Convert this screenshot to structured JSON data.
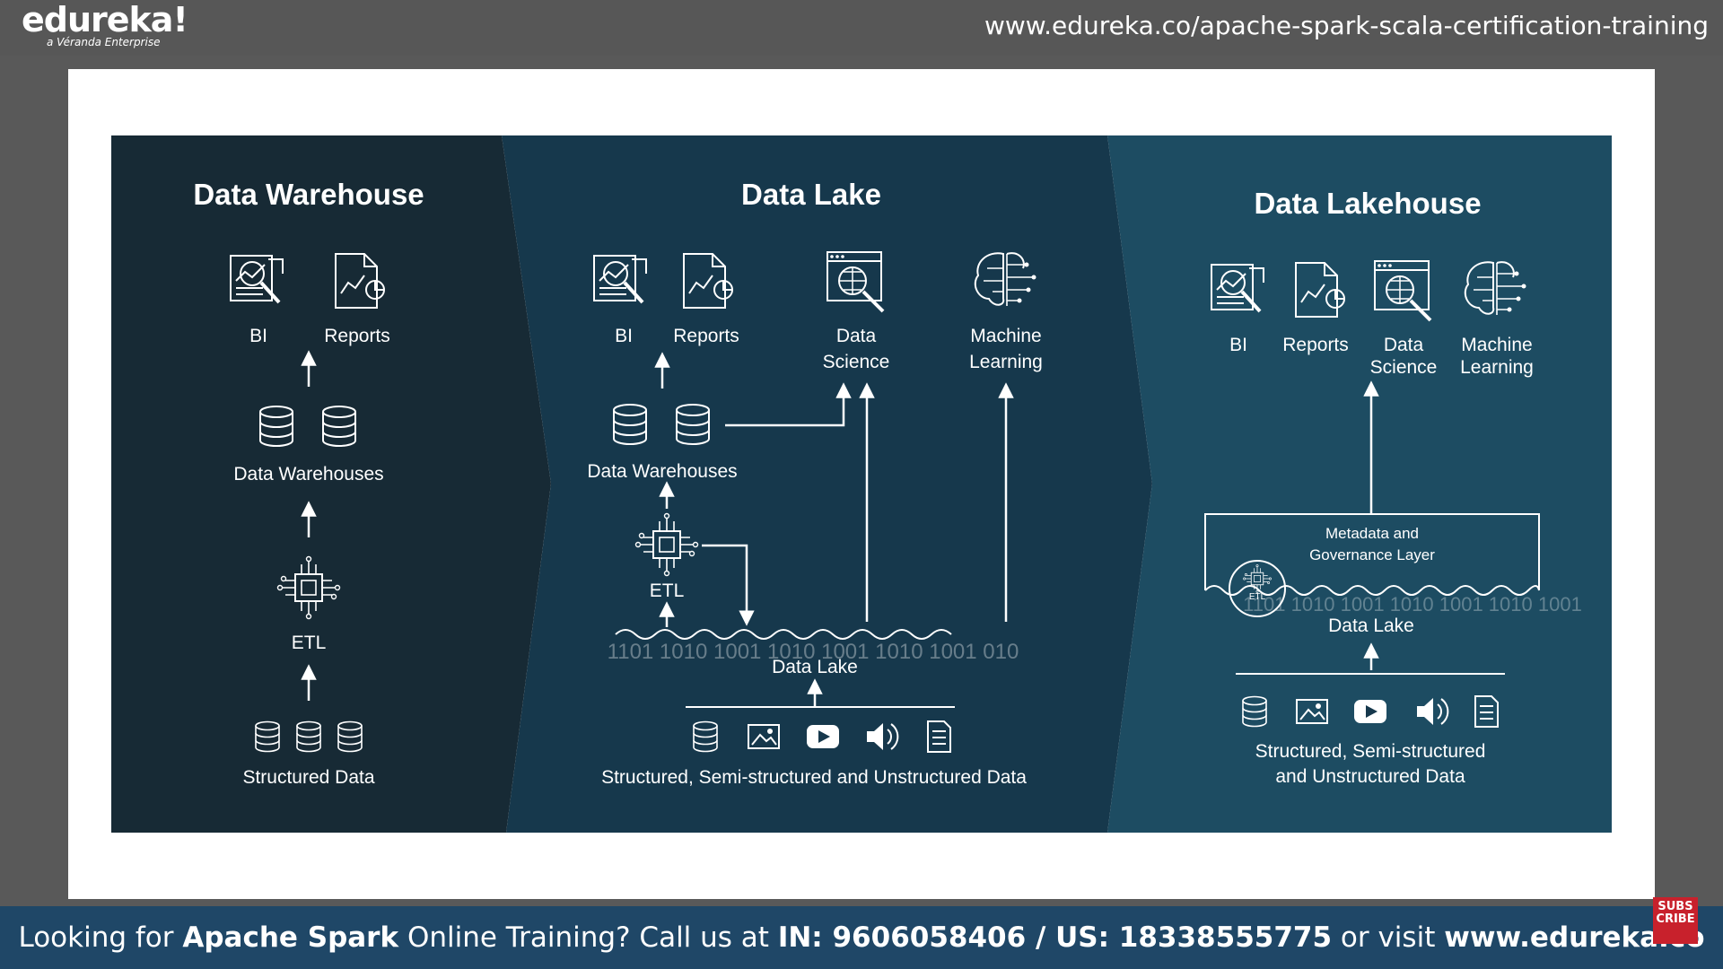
{
  "header": {
    "logo": "edureka!",
    "logo_sub": "a Véranda Enterprise",
    "url": "www.edureka.co/apache-spark-scala-certification-training"
  },
  "footer": {
    "t1": "Looking for ",
    "b1": "Apache Spark",
    "t2": " Online Training? Call us at ",
    "b2": "IN: 9606058406 / US: 18338555775",
    "t3": " or visit ",
    "b3": "www.edureka.co",
    "subscribe": "SUBS CRIBE"
  },
  "colors": {
    "panel_warehouse": "#172a35",
    "panel_lake": "#16384c",
    "panel_lakehouse": "#1d4c62",
    "footer": "#1f4767"
  },
  "diagram": {
    "warehouse": {
      "title": "Data Warehouse",
      "bi": "BI",
      "reports": "Reports",
      "warehouses": "Data Warehouses",
      "etl": "ETL",
      "source": "Structured Data"
    },
    "lake": {
      "title": "Data Lake",
      "bi": "BI",
      "reports": "Reports",
      "ds1": "Data",
      "ds2": "Science",
      "ml1": "Machine",
      "ml2": "Learning",
      "warehouses": "Data Warehouses",
      "etl": "ETL",
      "lake": "Data Lake",
      "binary": "1101 1010 1001 1010 1001 1010 1001 010",
      "source": "Structured, Semi-structured and Unstructured Data"
    },
    "lakehouse": {
      "title": "Data Lakehouse",
      "bi": "BI",
      "reports": "Reports",
      "ds1": "Data",
      "ds2": "Science",
      "ml1": "Machine",
      "ml2": "Learning",
      "meta1": "Metadata and",
      "meta2": "Governance Layer",
      "etl": "ETL",
      "binary": "1101 1010 1001 1010 1001 1010 1001",
      "lake": "Data Lake",
      "source1": "Structured, Semi-structured",
      "source2": "and Unstructured Data"
    }
  }
}
